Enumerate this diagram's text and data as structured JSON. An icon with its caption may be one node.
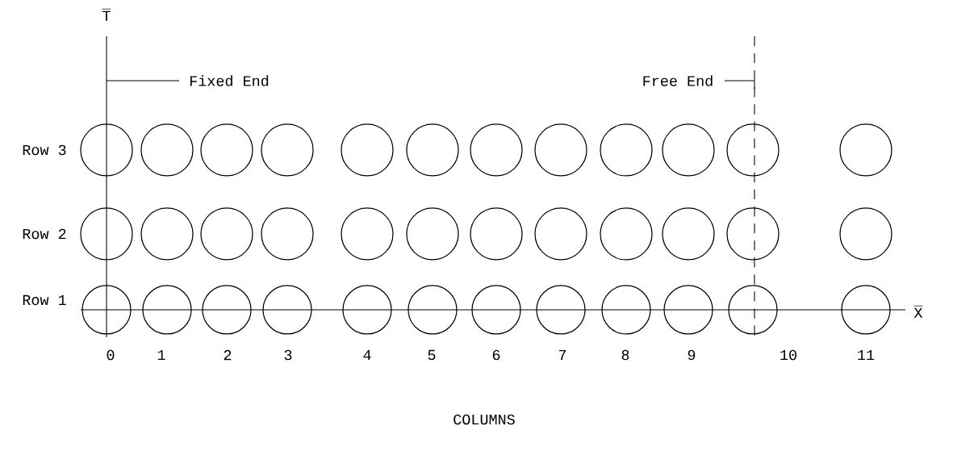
{
  "diagram": {
    "nodes": [
      {
        "text": [],
        "shape": "circle"
      },
      {
        "text": [],
        "shape": "circle"
      },
      {
        "text": [],
        "shape": "circle"
      },
      {
        "text": [],
        "shape": "circle"
      },
      {
        "text": [],
        "shape": "circle"
      },
      {
        "text": [],
        "shape": "circle"
      },
      {
        "text": [],
        "shape": "circle"
      },
      {
        "text": [],
        "shape": "circle"
      },
      {
        "text": [],
        "shape": "circle"
      },
      {
        "text": [],
        "shape": "circle"
      },
      {
        "text": [],
        "shape": "circle"
      },
      {
        "text": [],
        "shape": "circle"
      },
      {
        "text": [],
        "shape": "circle"
      },
      {
        "text": [],
        "shape": "circle"
      },
      {
        "text": [],
        "shape": "circle"
      },
      {
        "text": [],
        "shape": "circle"
      },
      {
        "text": [],
        "shape": "circle"
      },
      {
        "text": [],
        "shape": "circle"
      },
      {
        "text": [],
        "shape": "circle"
      },
      {
        "text": [],
        "shape": "circle"
      },
      {
        "text": [],
        "shape": "circle"
      },
      {
        "text": [],
        "shape": "circle"
      },
      {
        "text": [],
        "shape": "circle"
      },
      {
        "text": [],
        "shape": "circle"
      },
      {
        "text": [],
        "shape": "circle"
      },
      {
        "text": [],
        "shape": "circle"
      },
      {
        "text": [],
        "shape": "circle"
      },
      {
        "text": [],
        "shape": "circle"
      },
      {
        "text": [],
        "shape": "circle"
      },
      {
        "text": [],
        "shape": "circle"
      },
      {
        "text": [],
        "shape": "circle"
      },
      {
        "text": [],
        "shape": "circle"
      },
      {
        "text": [],
        "shape": "circle"
      },
      {
        "text": [],
        "shape": "circle"
      },
      {
        "text": [],
        "shape": "circle"
      },
      {
        "text": [],
        "shape": "circle"
      }
    ],
    "labels": [
      "\\overline{\\mathrm{T}}",
      "Fixed End",
      "Free End",
      "Row 3",
      "Row 2",
      "Row 1",
      "\\overline{\\mathrm{X}}",
      "0",
      "1",
      "2",
      "3",
      "4",
      "5",
      "6",
      "7",
      "8",
      "9",
      "10",
      "11",
      "COLUMNS"
    ]
  }
}
